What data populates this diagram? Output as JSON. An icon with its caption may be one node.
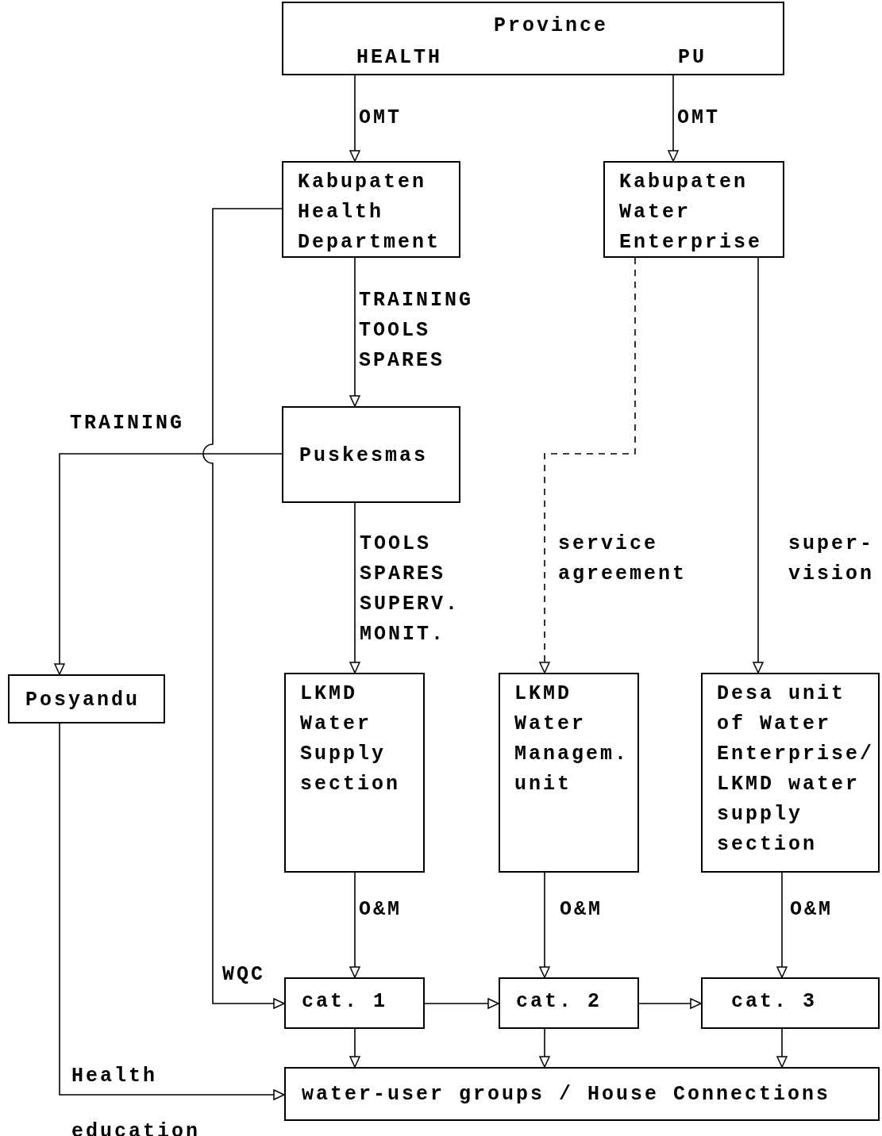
{
  "diagram": {
    "nodes": [
      {
        "text": [
          "Province",
          "HEALTH",
          "PU"
        ]
      },
      {
        "text": [
          "Kabupaten Health Department"
        ]
      },
      {
        "text": [
          "Kabupaten Water Enterprise"
        ]
      },
      {
        "text": [
          "Puskesmas"
        ]
      },
      {
        "text": [
          "Posyandu"
        ]
      },
      {
        "text": [
          "LKMD Water Supply section"
        ]
      },
      {
        "text": [
          "LKMD Water Managem. unit"
        ]
      },
      {
        "text": [
          "Desa unit of Water Enterprise/ LKMD water supply section"
        ]
      },
      {
        "text": [
          "cat. 1"
        ]
      },
      {
        "text": [
          "cat. 2"
        ]
      },
      {
        "text": [
          "cat. 3"
        ]
      },
      {
        "text": [
          "water-user groups / House Connections"
        ]
      }
    ],
    "edges": [
      {
        "from": 0,
        "to": 1,
        "arrow": "to",
        "label": "OMT"
      },
      {
        "from": 0,
        "to": 2,
        "arrow": "to",
        "label": "OMT"
      },
      {
        "from": 1,
        "to": 3,
        "arrow": "to",
        "label": "TRAINING TOOLS SPARES"
      },
      {
        "from": 2,
        "to": 6,
        "arrow": "to",
        "label": "service agreement",
        "style": "dashed"
      },
      {
        "from": 2,
        "to": 7,
        "arrow": "to",
        "label": "super- vision"
      },
      {
        "from": 3,
        "to": 4,
        "arrow": "to",
        "label": "TRAINING"
      },
      {
        "from": 1,
        "to": 8,
        "arrow": "to",
        "label": "WQC"
      },
      {
        "from": 3,
        "to": 5,
        "arrow": "to",
        "label": "TOOLS SPARES SUPERV. MONIT."
      },
      {
        "from": 5,
        "to": 8,
        "arrow": "to",
        "label": "O&M"
      },
      {
        "from": 6,
        "to": 9,
        "arrow": "to",
        "label": "O&M"
      },
      {
        "from": 7,
        "to": 10,
        "arrow": "to",
        "label": "O&M"
      },
      {
        "from": 8,
        "to": 9,
        "arrow": "to"
      },
      {
        "from": 9,
        "to": 10,
        "arrow": "to"
      },
      {
        "from": 8,
        "to": 11,
        "arrow": "to"
      },
      {
        "from": 9,
        "to": 11,
        "arrow": "to"
      },
      {
        "from": 10,
        "to": 11,
        "arrow": "to"
      },
      {
        "from": 4,
        "to": 11,
        "arrow": "to",
        "label": "Health education"
      }
    ]
  }
}
